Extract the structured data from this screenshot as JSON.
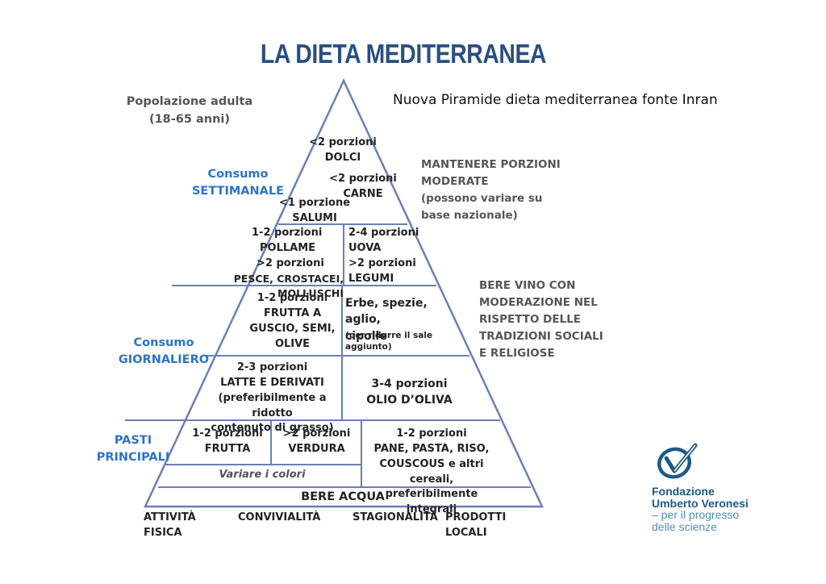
{
  "title": "LA DIETA MEDITERRANEA",
  "source": "Nuova Piramide dieta mediterranea fonte Inran",
  "population": [
    "Popolazione adulta",
    "(18-65 anni)"
  ],
  "sections": {
    "weekly": [
      "Consumo",
      "SETTIMANALE"
    ],
    "daily": [
      "Consumo",
      "GIORNALIERO"
    ],
    "meals": [
      "PASTI",
      "PRINCIPALI"
    ]
  },
  "tiers": {
    "sweets": [
      "<2 porzioni",
      "DOLCI"
    ],
    "meat": [
      "<2 porzioni",
      "CARNE"
    ],
    "salumi": [
      "<1 porzione",
      "SALUMI"
    ],
    "poultry_fish": [
      "1-2 porzioni",
      "POLLAME",
      ">2 porzioni",
      "PESCE, CROSTACEI, MOLLUSCHI"
    ],
    "eggs_legumes": [
      "2-4 porzioni",
      "UOVA",
      ">2 porzioni",
      "LEGUMI"
    ],
    "nuts": [
      "1-2 porzioni",
      "FRUTTA A",
      "GUSCIO, SEMI,",
      "OLIVE"
    ],
    "herbs": [
      "Erbe, spezie, aglio,",
      "cipolle"
    ],
    "herbs_note": [
      "(per ridurre il sale",
      "aggiunto)"
    ],
    "dairy": [
      "2-3 porzioni",
      "LATTE E DERIVATI",
      "(preferibilmente a ridotto",
      "contenuto di grasso)"
    ],
    "oil": [
      "3-4 porzioni",
      "OLIO D’OLIVA"
    ],
    "fruit": [
      "1-2 porzioni",
      "FRUTTA"
    ],
    "vegetables": [
      ">2 porzioni",
      "VERDURA"
    ],
    "cereals": [
      "1-2 porzioni",
      "PANE, PASTA, RISO,",
      "COUSCOUS e altri cereali,",
      "preferibilmente integrali"
    ],
    "colors": "Variare i colori",
    "water": "BERE ACQUA",
    "base": [
      "ATTIVITÀ FISICA",
      "CONVIVIALITÀ",
      "STAGIONALITÀ",
      "PRODOTTI LOCALI"
    ]
  },
  "notes": {
    "portions": [
      "MANTENERE PORZIONI",
      "MODERATE",
      "(possono variare su",
      "base nazionale)"
    ],
    "wine": [
      "BERE VINO CON",
      "MODERAZIONE NEL",
      "RISPETTO DELLE",
      "TRADIZIONI SOCIALI",
      "E RELIGIOSE"
    ]
  },
  "logo": {
    "line1": "Fondazione",
    "line2": "Umberto Veronesi",
    "line3": "– per il progresso",
    "line4": "delle scienze"
  },
  "colors": {
    "title": "#2a4f7f",
    "section_blue": "#2d73c4",
    "line": "#5a6fa8",
    "logo": "#1c5a86"
  }
}
